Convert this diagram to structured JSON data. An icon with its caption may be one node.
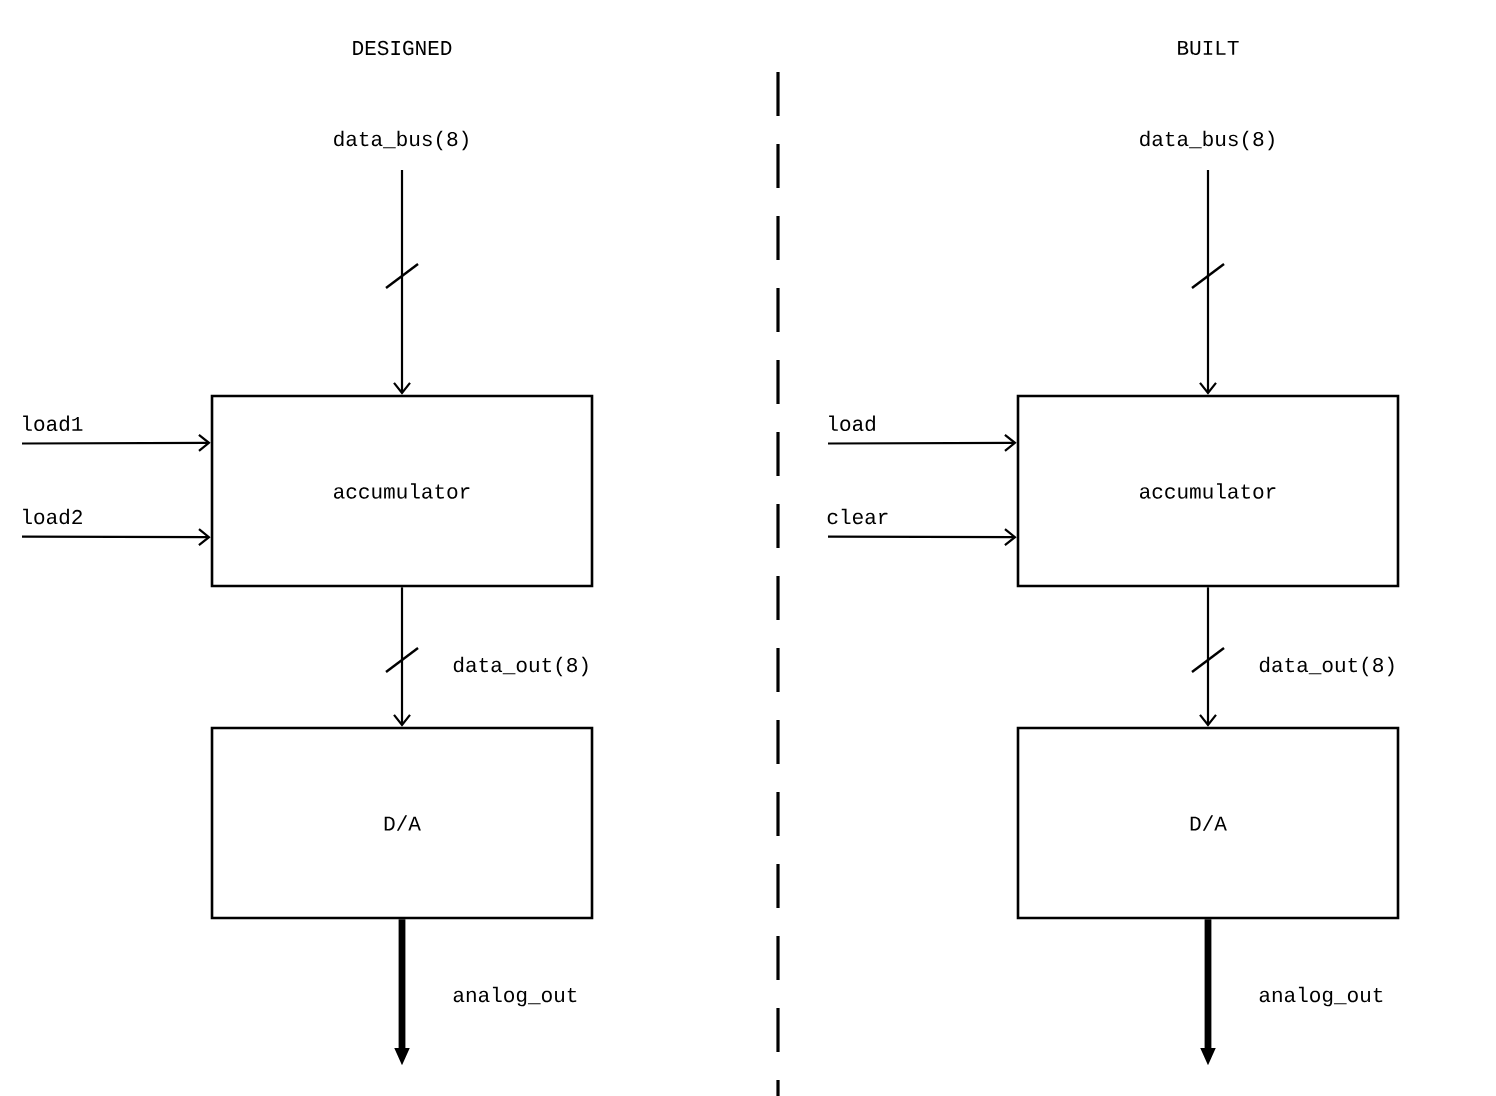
{
  "diagram": {
    "nodes": [
      {
        "text": [
          "accumulator"
        ]
      },
      {
        "text": [
          "D/A"
        ]
      },
      {
        "text": [
          "accumulator"
        ]
      },
      {
        "text": [
          "D/A"
        ]
      }
    ],
    "edges": [
      {
        "from": null,
        "to": 0,
        "arrow": "to",
        "label": "data_bus(8)"
      },
      {
        "from": null,
        "to": 0,
        "arrow": "to",
        "label": "load1"
      },
      {
        "from": null,
        "to": 0,
        "arrow": "to",
        "label": "load2"
      },
      {
        "from": 0,
        "to": 1,
        "arrow": "to",
        "label": "data_out(8)"
      },
      {
        "from": 1,
        "to": null,
        "arrow": "to",
        "label": "analog_out",
        "style": "thick"
      },
      {
        "from": null,
        "to": 2,
        "arrow": "to",
        "label": "data_bus(8)"
      },
      {
        "from": null,
        "to": 2,
        "arrow": "to",
        "label": "load"
      },
      {
        "from": null,
        "to": 2,
        "arrow": "to",
        "label": "clear"
      },
      {
        "from": 2,
        "to": 3,
        "arrow": "to",
        "label": "data_out(8)"
      },
      {
        "from": 3,
        "to": null,
        "arrow": "to",
        "label": "analog_out",
        "style": "thick"
      }
    ],
    "labels": [
      "DESIGNED",
      "BUILT"
    ]
  }
}
